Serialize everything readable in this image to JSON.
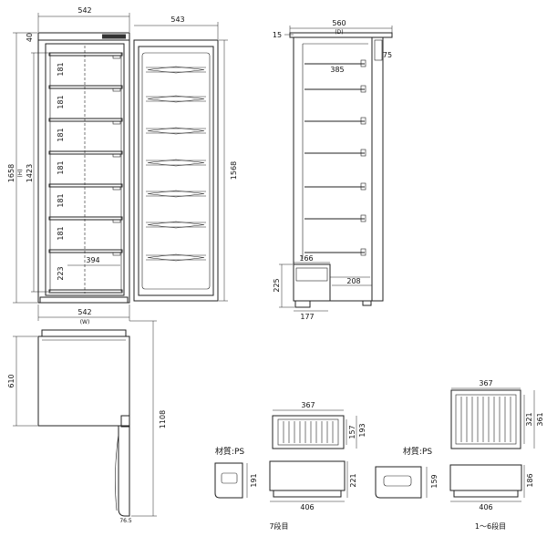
{
  "front_view": {
    "width_top": "542",
    "door_width": "543",
    "top_height": "40",
    "total_height": "1658",
    "total_height_suffix": "(H)",
    "inner_height": "1423",
    "shelf_pitch": [
      "181",
      "181",
      "181",
      "181",
      "181",
      "181"
    ],
    "bottom_pitch": "223",
    "inner_width": "394",
    "door_height": "1568",
    "width_bottom": "542",
    "width_suffix": "(W)"
  },
  "side_view": {
    "depth": "560",
    "depth_suffix": "(D)",
    "top_offset": "15",
    "door_offset": "75",
    "shelf_depth": "385",
    "compressor_depth_top": "166",
    "compressor_depth": "208",
    "base_height": "225",
    "base_width": "177"
  },
  "plan_view": {
    "depth": "610",
    "open_depth": "1108",
    "door_thickness": "76.5"
  },
  "drawer_bottom": {
    "title": "7段目",
    "material": "材質:PS",
    "width": "367",
    "inner_depth": "157",
    "outer_depth": "193",
    "side_height": "221",
    "length": "406",
    "front_height": "191"
  },
  "drawer_upper": {
    "title": "1～6段目",
    "material": "材質:PS",
    "width": "367",
    "inner_depth": "321",
    "outer_depth": "361",
    "side_height": "186",
    "length": "406",
    "front_height": "159"
  },
  "colors": {
    "line": "#222222",
    "background": "#ffffff"
  }
}
